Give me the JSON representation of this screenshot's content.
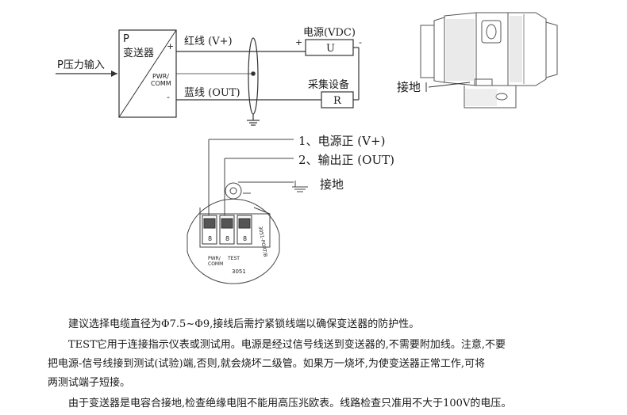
{
  "wiring": {
    "input_label": "P压力输入",
    "transmitter_p": "P",
    "transmitter_name": "变送器",
    "plus": "+",
    "minus": "-",
    "pwr": "PWR/",
    "comm": "COMM",
    "red_wire": "红线 (V+)",
    "blue_wire": "蓝线 (OUT)",
    "power_supply": "电源(VDC)",
    "u_label": "U",
    "acq_device": "采集设备",
    "r_label": "R"
  },
  "housing": {
    "ground_label": "接地"
  },
  "terminal": {
    "legend": [
      "1、电源正 (V+)",
      "2、输出正 (OUT)",
      "接地"
    ],
    "numbers": [
      "8",
      "8",
      "8"
    ],
    "pwr": "PWR/",
    "comm": "COMM",
    "test": "TEST",
    "port_label": "3051-PORT/B",
    "model": "3051"
  },
  "notes": [
    "建议选择电缆直径为Φ7.5~Φ9,接线后需拧紧锁线端以确保变送器的防护性。",
    "TEST它用于连接指示仪表或测试用。电源是经过信号线送到变送器的,不需要附加线。注意,不要",
    "把电源-信号线接到测试(试验)端,否则,就会烧坏二级管。如果万一烧坏,为使变送器正常工作,可将",
    "两测试端子短接。",
    "由于变送器是电容合接地,检查绝缘电阻不能用高压兆欧表。线路检查只准用不大于100V的电压。"
  ]
}
